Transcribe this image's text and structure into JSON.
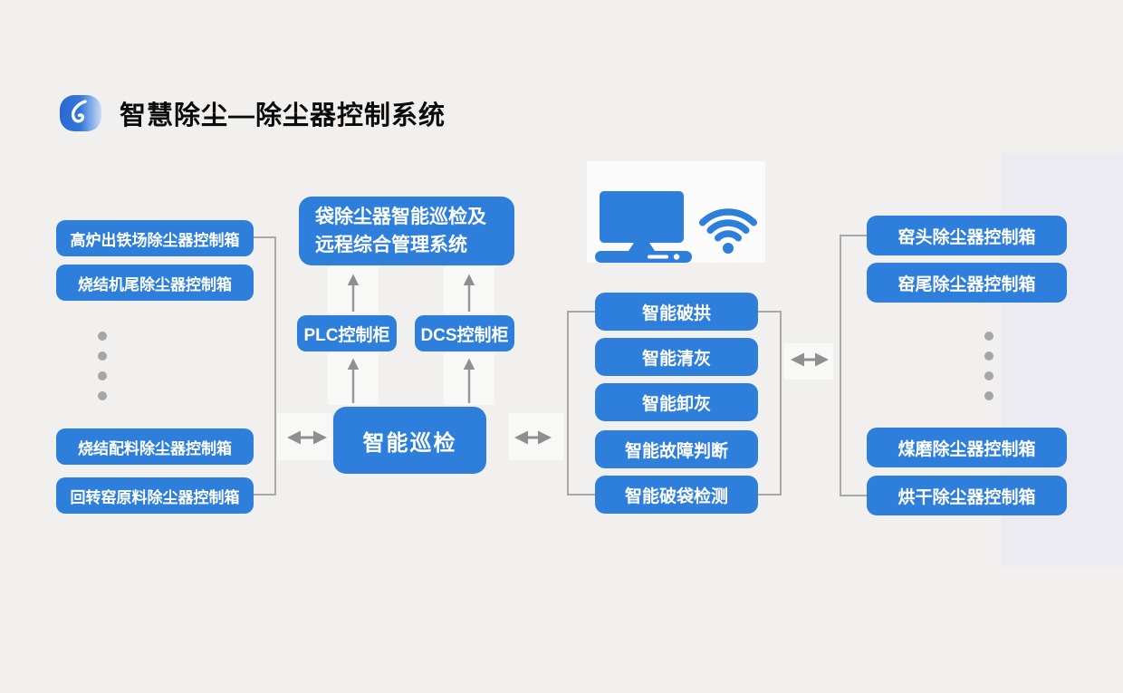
{
  "page": {
    "title": "智慧除尘—除尘器控制系统"
  },
  "left_column": {
    "top_boxes": [
      "高炉出铁场除尘器控制箱",
      "烧结机尾除尘器控制箱"
    ],
    "bottom_boxes": [
      "烧结配料除尘器控制箱",
      "回转窑原料除尘器控制箱"
    ]
  },
  "center": {
    "management_system_line1": "袋除尘器智能巡检及",
    "management_system_line2": "远程综合管理系统",
    "plc_label": "PLC控制柜",
    "dcs_label": "DCS控制柜",
    "inspection_label": "智能巡检"
  },
  "function_boxes": [
    "智能破拱",
    "智能清灰",
    "智能卸灰",
    "智能故障判断",
    "智能破袋检测"
  ],
  "right_column": {
    "top_boxes": [
      "窑头除尘器控制箱",
      "窑尾除尘器控制箱"
    ],
    "bottom_boxes": [
      "煤磨除尘器控制箱",
      "烘干除尘器控制箱"
    ]
  },
  "icons": {
    "logo": "swirl-logo-icon",
    "computer": "desktop-computer-icon",
    "wifi": "wifi-signal-icon"
  },
  "colors": {
    "box_blue": "#2E7EDB",
    "background": "#F1F0EE",
    "right_panel": "#EBEBF1",
    "connector_gray": "#A8A8A8",
    "icon_panel": "#FBFBFB",
    "title_text": "#0B0B0B"
  }
}
